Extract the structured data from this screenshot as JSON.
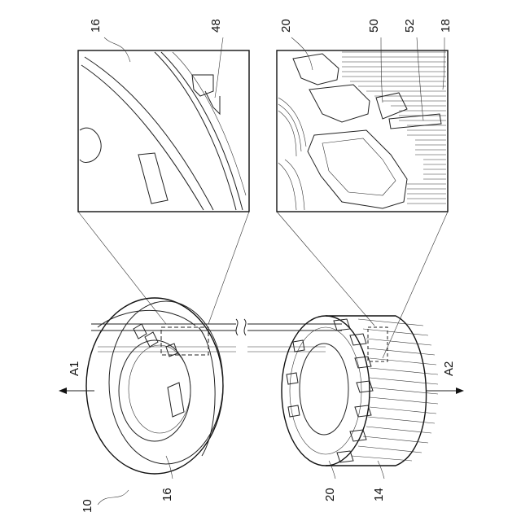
{
  "figure": {
    "reference_numerals": {
      "assembly": "10",
      "terminal_ring_label": "16",
      "detail_ring_label": "16",
      "detail_tab_label": "48",
      "detail_insulator_label": "20",
      "detail_part_50": "50",
      "detail_part_52": "52",
      "detail_lamination_label": "18",
      "stator_insulator_label": "20",
      "stator_core_label": "14"
    },
    "axes": {
      "upper_axis": "A1",
      "lower_axis": "A2"
    }
  }
}
